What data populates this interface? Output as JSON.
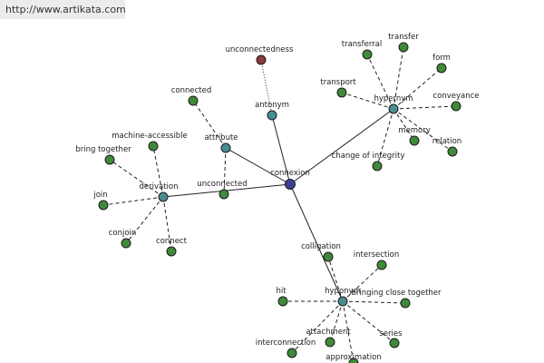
{
  "watermark": "http://www.artikata.com",
  "colors": {
    "center": "#3f3f9a",
    "hub": "#4a8c93",
    "leaf": "#3f8a3a",
    "antonym_leaf": "#8a3a3a"
  },
  "nodes": [
    {
      "id": "connexion",
      "label": "connexion",
      "kind": "center"
    },
    {
      "id": "antonym",
      "label": "antonym",
      "kind": "hub"
    },
    {
      "id": "attribute",
      "label": "attribute",
      "kind": "hub"
    },
    {
      "id": "derivation",
      "label": "derivation",
      "kind": "hub"
    },
    {
      "id": "hypernym",
      "label": "hypernym",
      "kind": "hub"
    },
    {
      "id": "hyponym",
      "label": "hyponym",
      "kind": "hub"
    },
    {
      "id": "unconnectedness",
      "label": "unconnectedness",
      "kind": "antonym_leaf"
    },
    {
      "id": "connected",
      "label": "connected",
      "kind": "leaf"
    },
    {
      "id": "unconnected",
      "label": "unconnected",
      "kind": "leaf"
    },
    {
      "id": "machine-accessible",
      "label": "machine-accessible",
      "kind": "leaf"
    },
    {
      "id": "bring-together",
      "label": "bring together",
      "kind": "leaf"
    },
    {
      "id": "join",
      "label": "join",
      "kind": "leaf"
    },
    {
      "id": "conjoin",
      "label": "conjoin",
      "kind": "leaf"
    },
    {
      "id": "connect",
      "label": "connect",
      "kind": "leaf"
    },
    {
      "id": "transferral",
      "label": "transferral",
      "kind": "leaf"
    },
    {
      "id": "transfer",
      "label": "transfer",
      "kind": "leaf"
    },
    {
      "id": "form",
      "label": "form",
      "kind": "leaf"
    },
    {
      "id": "transport",
      "label": "transport",
      "kind": "leaf"
    },
    {
      "id": "conveyance",
      "label": "conveyance",
      "kind": "leaf"
    },
    {
      "id": "memory",
      "label": "memory",
      "kind": "leaf"
    },
    {
      "id": "relation",
      "label": "relation",
      "kind": "leaf"
    },
    {
      "id": "change-of-integrity",
      "label": "change of integrity",
      "kind": "leaf"
    },
    {
      "id": "colligation",
      "label": "colligation",
      "kind": "leaf"
    },
    {
      "id": "intersection",
      "label": "intersection",
      "kind": "leaf"
    },
    {
      "id": "hit",
      "label": "hit",
      "kind": "leaf"
    },
    {
      "id": "bringing-close-together",
      "label": "bringing close together",
      "kind": "leaf"
    },
    {
      "id": "attachment",
      "label": "attachment",
      "kind": "leaf"
    },
    {
      "id": "series",
      "label": "series",
      "kind": "leaf"
    },
    {
      "id": "interconnection",
      "label": "interconnection",
      "kind": "leaf"
    },
    {
      "id": "approximation",
      "label": "approximation",
      "kind": "leaf"
    }
  ],
  "edges": [
    {
      "from": "connexion",
      "to": "antonym",
      "style": "solid"
    },
    {
      "from": "connexion",
      "to": "attribute",
      "style": "solid"
    },
    {
      "from": "connexion",
      "to": "derivation",
      "style": "solid"
    },
    {
      "from": "connexion",
      "to": "hypernym",
      "style": "solid"
    },
    {
      "from": "connexion",
      "to": "hyponym",
      "style": "solid"
    },
    {
      "from": "antonym",
      "to": "unconnectedness",
      "style": "dotted"
    },
    {
      "from": "attribute",
      "to": "connected",
      "style": "dashed"
    },
    {
      "from": "attribute",
      "to": "unconnected",
      "style": "dashed"
    },
    {
      "from": "derivation",
      "to": "machine-accessible",
      "style": "dashed"
    },
    {
      "from": "derivation",
      "to": "bring-together",
      "style": "dashed"
    },
    {
      "from": "derivation",
      "to": "join",
      "style": "dashed"
    },
    {
      "from": "derivation",
      "to": "conjoin",
      "style": "dashed"
    },
    {
      "from": "derivation",
      "to": "connect",
      "style": "dashed"
    },
    {
      "from": "hypernym",
      "to": "transferral",
      "style": "dashed"
    },
    {
      "from": "hypernym",
      "to": "transfer",
      "style": "dashed"
    },
    {
      "from": "hypernym",
      "to": "form",
      "style": "dashed"
    },
    {
      "from": "hypernym",
      "to": "transport",
      "style": "dashed"
    },
    {
      "from": "hypernym",
      "to": "conveyance",
      "style": "dashed"
    },
    {
      "from": "hypernym",
      "to": "memory",
      "style": "dashed"
    },
    {
      "from": "hypernym",
      "to": "relation",
      "style": "dashed"
    },
    {
      "from": "hypernym",
      "to": "change-of-integrity",
      "style": "dashed"
    },
    {
      "from": "hyponym",
      "to": "colligation",
      "style": "dashed"
    },
    {
      "from": "hyponym",
      "to": "intersection",
      "style": "dashed"
    },
    {
      "from": "hyponym",
      "to": "hit",
      "style": "dashed"
    },
    {
      "from": "hyponym",
      "to": "bringing-close-together",
      "style": "dashed"
    },
    {
      "from": "hyponym",
      "to": "attachment",
      "style": "dashed"
    },
    {
      "from": "hyponym",
      "to": "series",
      "style": "dashed"
    },
    {
      "from": "hyponym",
      "to": "interconnection",
      "style": "dashed"
    },
    {
      "from": "hyponym",
      "to": "approximation",
      "style": "dashed"
    }
  ]
}
